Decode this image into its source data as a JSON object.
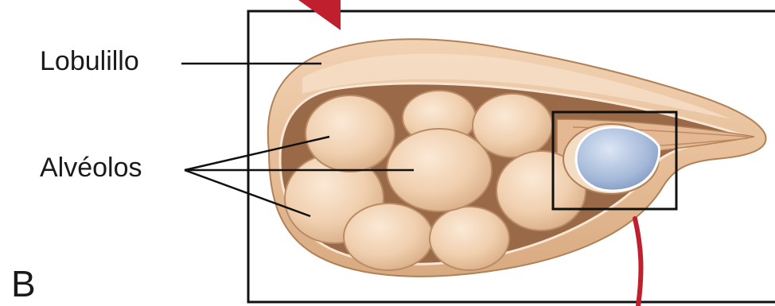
{
  "labels": {
    "lobule": "Lobulillo",
    "alveoli": "Alvéolos",
    "panel": "B"
  },
  "colors": {
    "tissue": "#e9c3a0",
    "tissue_light": "#f4dcc2",
    "tissue_dark": "#c79a73",
    "outline": "#b08057",
    "cavity": "#9a6a48",
    "duct_lumen": "#a3b7d8",
    "pointer_red": "#c0202e",
    "frame": "#111111"
  },
  "icons": {
    "top_pointer": "red-triangle-pointer",
    "bottom_pointer": "red-curved-line-pointer"
  }
}
